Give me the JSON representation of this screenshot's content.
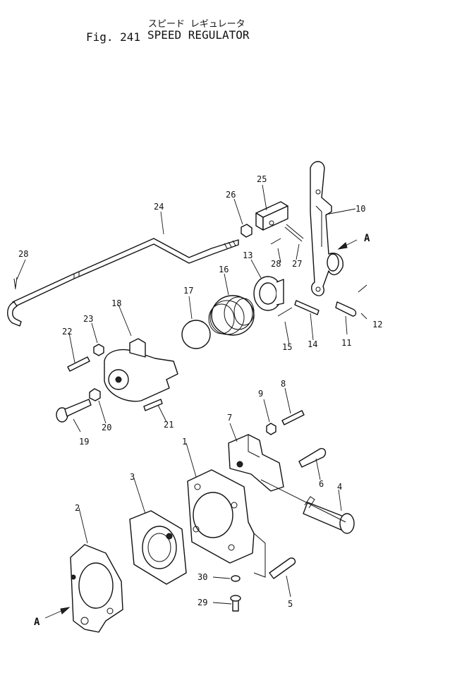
{
  "header": {
    "title_jp": "スピード レギュレータ",
    "fig_label": "Fig. 241",
    "title_en": "SPEED REGULATOR"
  },
  "view_marker": "A",
  "callouts": {
    "p1": "1",
    "p2": "2",
    "p3": "3",
    "p4": "4",
    "p5": "5",
    "p6": "6",
    "p7": "7",
    "p8": "8",
    "p9": "9",
    "p10": "10",
    "p11": "11",
    "p12": "12",
    "p13": "13",
    "p14": "14",
    "p15": "15",
    "p16": "16",
    "p17": "17",
    "p18": "18",
    "p19": "19",
    "p20": "20",
    "p21": "21",
    "p22": "22",
    "p23": "23",
    "p24": "24",
    "p25": "25",
    "p26": "26",
    "p27": "27",
    "p28a": "28",
    "p28b": "28",
    "p29": "29",
    "p30": "30"
  }
}
